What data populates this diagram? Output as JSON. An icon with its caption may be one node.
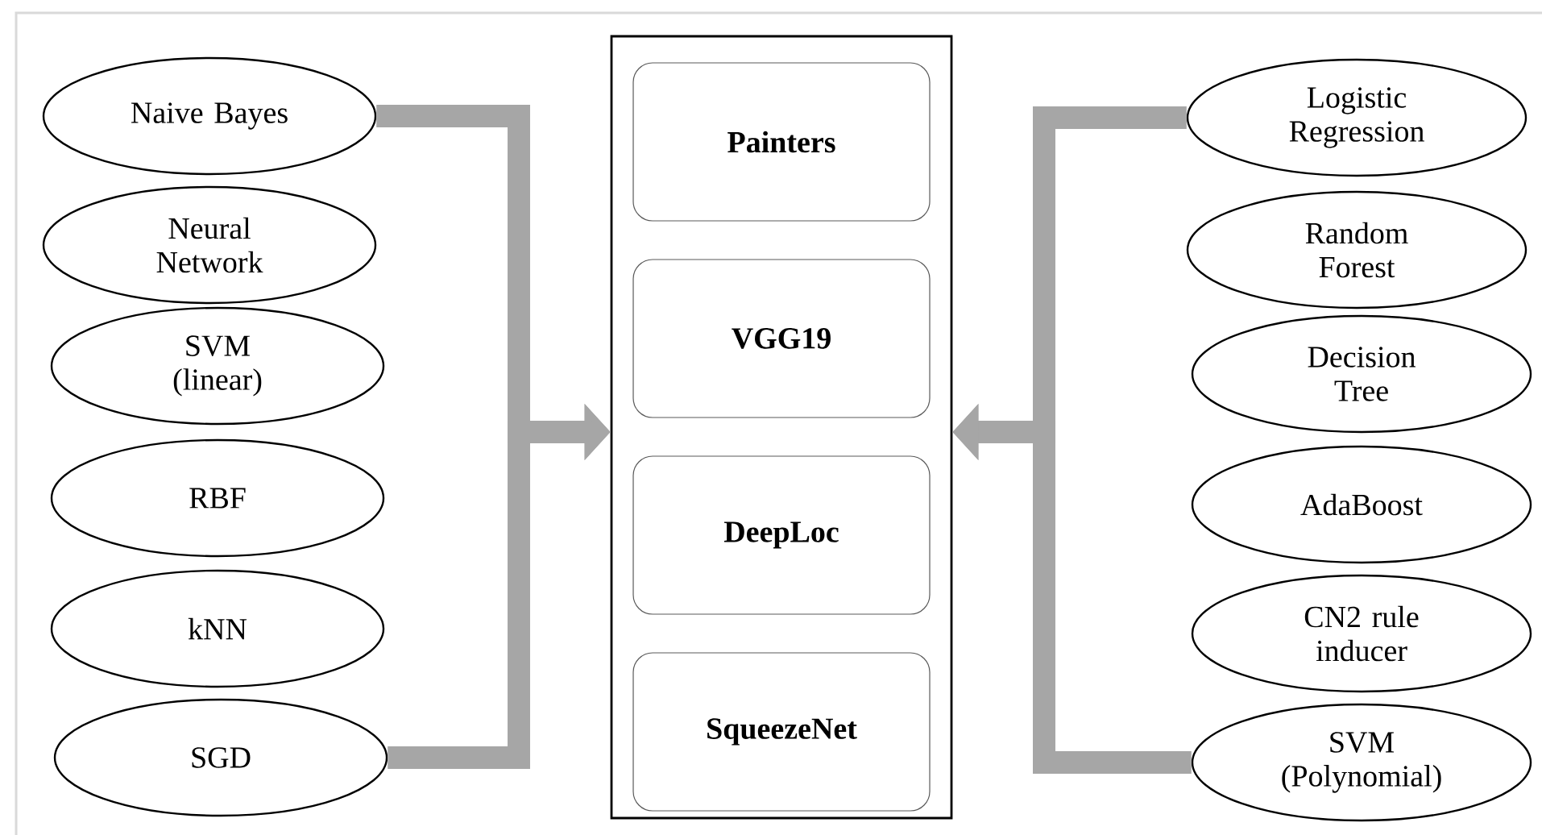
{
  "diagram": {
    "nodes": [
      {
        "text": [
          "Naive Bayes"
        ]
      },
      {
        "text": [
          "Neural Network"
        ]
      },
      {
        "text": [
          "SVM (linear)"
        ]
      },
      {
        "text": [
          "RBF"
        ]
      },
      {
        "text": [
          "kNN"
        ]
      },
      {
        "text": [
          "SGD"
        ]
      },
      {
        "text": [],
        "shape": "box"
      },
      {
        "text": [
          "Painters"
        ],
        "in": 6
      },
      {
        "text": [
          "VGG19"
        ],
        "in": 6
      },
      {
        "text": [
          "DeepLoc"
        ],
        "in": 6
      },
      {
        "text": [
          "SqueezeNet"
        ],
        "in": 6
      },
      {
        "text": [
          "Logistic Regression"
        ]
      },
      {
        "text": [
          "Random Forest"
        ]
      },
      {
        "text": [
          "Decision Tree"
        ]
      },
      {
        "text": [
          "AdaBoost"
        ]
      },
      {
        "text": [
          "CN2 rule inducer"
        ]
      },
      {
        "text": [
          "SVM (Polynomial)"
        ]
      }
    ],
    "edges": [
      {
        "from": 0,
        "to": 6,
        "arrow": "to"
      },
      {
        "from": 5,
        "to": 6,
        "arrow": "to"
      },
      {
        "from": 11,
        "to": 6,
        "arrow": "to"
      },
      {
        "from": 16,
        "to": 6,
        "arrow": "to"
      }
    ]
  }
}
